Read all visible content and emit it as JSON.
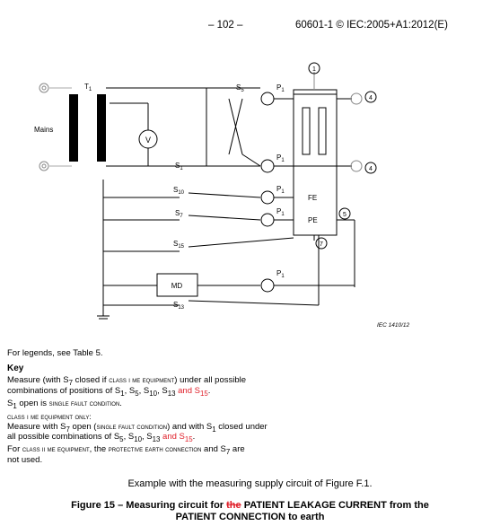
{
  "header": {
    "page_number": "– 102 –",
    "standard": "60601-1 © IEC:2005+A1:2012(E)"
  },
  "diagram": {
    "mains_label": "Mains",
    "t1_label": "T",
    "t1_sub": "1",
    "voltmeter_label": "V",
    "s5_label": "S",
    "s5_sub": "5",
    "s1_label": "S",
    "s1_sub": "1",
    "s10_label": "S",
    "s10_sub": "10",
    "s7_label": "S",
    "s7_sub": "7",
    "s15_label": "S",
    "s15_sub": "15",
    "s13_label": "S",
    "s13_sub": "13",
    "p1_label": "P",
    "p1_sub": "1",
    "fe_label": "FE",
    "pe_label": "PE",
    "md_label": "MD",
    "callout_1": "1",
    "callout_4a": "4",
    "callout_4b": "4",
    "callout_5": "5",
    "callout_7": "7",
    "iec_ref": "IEC   1410/12"
  },
  "legend": {
    "legends_ref": "For legends, see Table 5.",
    "key_title": "Key",
    "line1_a": "Measure (with S",
    "line1_sub": "7",
    "line1_b": " closed if ",
    "line1_sc": "class i me equipment",
    "line1_c": ") under all possible",
    "line2_a": "combinations of positions of S",
    "line2_s1": "1",
    "line2_b": ", S",
    "line2_s5": "5",
    "line2_c": ", S",
    "line2_s10": "10",
    "line2_d": ", S",
    "line2_s13": "13",
    "line2_red": " and S",
    "line2_s15": "15",
    "line2_e": ".",
    "s1_open_a": "S",
    "s1_open_sub": "1",
    "s1_open_b": " open is ",
    "s1_open_sc": "single fault condition",
    "s1_open_c": ".",
    "class1_only": "class i me equipment only:",
    "m2_a": "Measure with S",
    "m2_sub7": "7",
    "m2_b": " open (",
    "m2_sc": "single fault condition",
    "m2_c": ") and with S",
    "m2_sub1": "1",
    "m2_d": " closed under",
    "m3_a": "all possible combinations of S",
    "m3_s5": "5",
    "m3_b": ", S",
    "m3_s10": "10",
    "m3_c": ", S",
    "m3_s13": "13",
    "m3_red": " and S",
    "m3_s15": "15",
    "m3_e": ".",
    "c2_a": "For ",
    "c2_sc1": "class ii me equipment",
    "c2_b": ", the ",
    "c2_sc2": "protective earth connection",
    "c2_c": " and S",
    "c2_sub": "7",
    "c2_d": " are",
    "c2_e": "not used."
  },
  "caption": {
    "example": "Example with the measuring supply circuit of Figure F.1.",
    "fig_a": "Figure 15 – Measuring circuit for ",
    "fig_strike": "the",
    "fig_b": " ",
    "fig_sc1": "PATIENT LEAKAGE CURRENT",
    "fig_c": " from the",
    "fig_sc2": "PATIENT CONNECTION",
    "fig_d": " to earth"
  }
}
